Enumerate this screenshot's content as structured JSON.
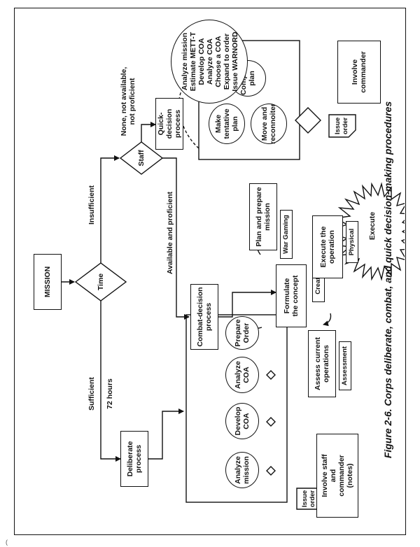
{
  "caption": "Figure 2-6. Corps deliberate, combat, and quick decision-making procedures",
  "start": "MISSION",
  "time_decision": "Time",
  "staff_decision": "Staff",
  "edges": {
    "insufficient": "Insufficient",
    "sufficient": "Sufficient",
    "hours": "72 hours",
    "available": "Available and proficient",
    "none": "None, not available,\nnot proficient"
  },
  "deliberate": {
    "process": "Deliberate\nprocess",
    "steps": [
      "Analyze\nmission",
      "Develop\nCOA",
      "Analyze\nCOA",
      "Prepare\nOrder"
    ],
    "issue": "Issue\norder",
    "involve": "Involve staff\nand\ncommander\n(notes)"
  },
  "combat": {
    "process": "Combat-decision\nprocess",
    "cycle": {
      "formulate": "Formulate\nthe concept",
      "creative": "Creative",
      "plan": "Plan and prepare\nmission",
      "war_gaming": "War Gaming",
      "execute_op": "Execute the\noperation",
      "physical": "Physical",
      "assess": "Assess current\noperations",
      "assessment": "Assessment"
    },
    "execute": "Execute"
  },
  "quick": {
    "process": "Quick-decision\nprocess",
    "steps": [
      "Make\ntentative\nplan",
      "Move and\nreconnoiter",
      "Complete\nplan"
    ],
    "issue": "Issue\norder",
    "details": "Analyze mission\nEstimate METT-T\nDevelop COA\nAnalyze COA\nChoose a COA\nExpand to order\nIssue WARNORD",
    "involve": "Involve\ncommander"
  },
  "page_mark": "("
}
